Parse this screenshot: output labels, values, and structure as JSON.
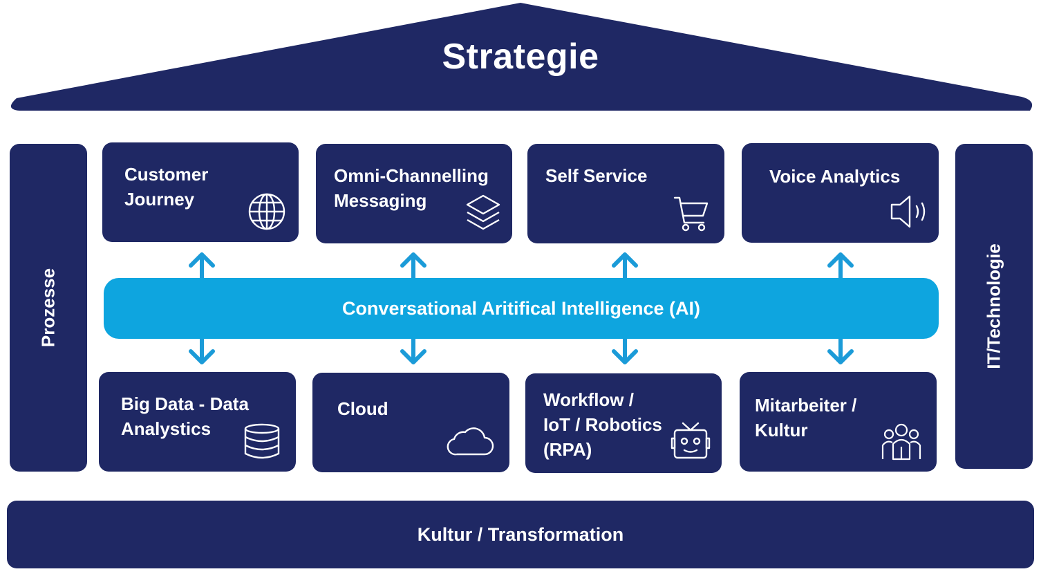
{
  "roof": {
    "title": "Strategie"
  },
  "left_pillar": {
    "label": "Prozesse"
  },
  "right_pillar": {
    "label": "IT/Technologie"
  },
  "ai_bar": {
    "label": "Conversational Aritifical Intelligence (AI)"
  },
  "base": {
    "label": "Kultur / Transformation"
  },
  "top_boxes": [
    {
      "label": "Customer\nJourney",
      "icon": "globe-icon"
    },
    {
      "label": "Omni-Channelling\nMessaging",
      "icon": "layers-icon"
    },
    {
      "label": "Self Service",
      "icon": "shopping-cart-icon"
    },
    {
      "label": "Voice Analytics",
      "icon": "speaker-icon"
    }
  ],
  "bottom_boxes": [
    {
      "label": "Big Data - Data\nAnalystics",
      "icon": "database-icon"
    },
    {
      "label": "Cloud",
      "icon": "cloud-icon"
    },
    {
      "label": "Workflow /\nIoT / Robotics\n(RPA)",
      "icon": "robot-icon"
    },
    {
      "label": "Mitarbeiter /\nKultur",
      "icon": "people-icon"
    }
  ],
  "colors": {
    "navy": "#1f2864",
    "ai_blue": "#0ea5df",
    "arrow_blue": "#1b9bd8",
    "text": "#ffffff"
  }
}
